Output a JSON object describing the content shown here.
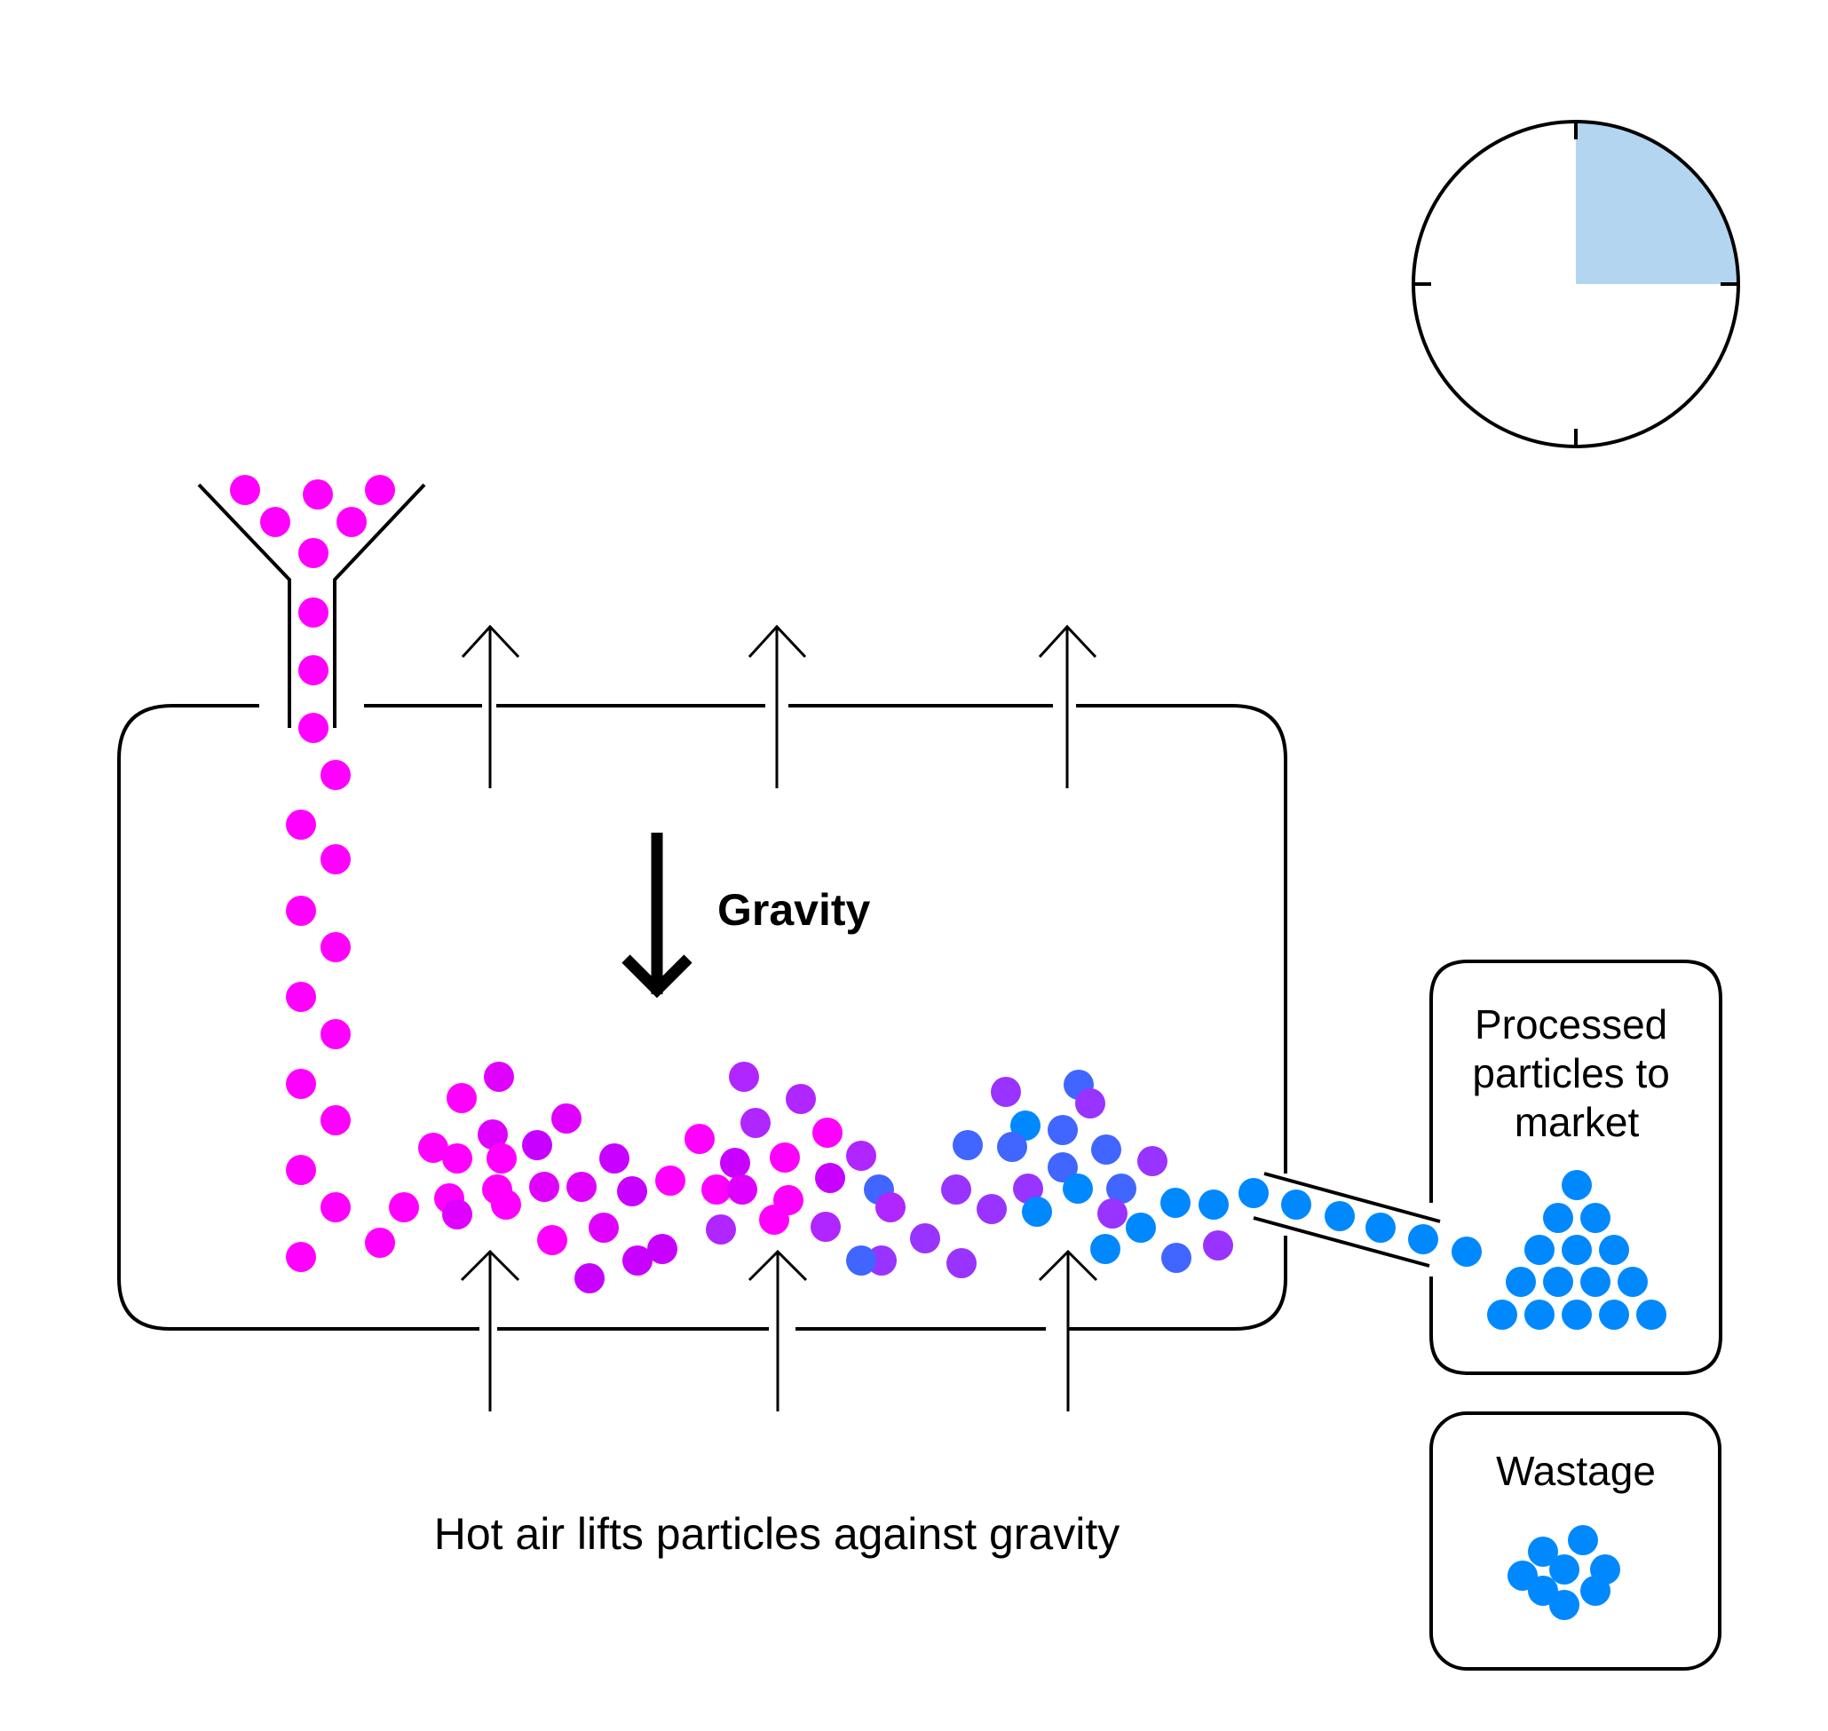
{
  "diagram": {
    "title": "Hot air particle separation",
    "gravity_label": "Gravity",
    "caption": "Hot air lifts particles against gravity",
    "hopper": {
      "name": "Feed funnel",
      "particles_in_funnel": 6,
      "particles_in_neck": 3
    },
    "chamber": {
      "name": "Separation chamber",
      "hot_air_arrows": 3,
      "top_vent_arrows": 3
    },
    "outlet": {
      "name": "Outlet chute",
      "particles_in_chute": 5
    },
    "processed_box": {
      "label_lines": [
        "Processed",
        "particles to",
        "market"
      ],
      "particle_count": 15,
      "arrangement": "pyramid"
    },
    "wastage_box": {
      "label": "Wastage",
      "particle_count": 8,
      "arrangement": "cluster"
    },
    "timer": {
      "name": "Timer dial",
      "filled_fraction": 0.25,
      "tick_count": 4
    }
  },
  "colors": {
    "stroke": "#000000",
    "timer_fill": "#B3D5F0",
    "particle_stage_1": "#FF00FF",
    "particle_stage_2": "#E000FF",
    "particle_stage_3": "#C800FF",
    "particle_stage_4": "#B026FF",
    "particle_stage_5": "#9933FF",
    "particle_stage_6": "#4066FF",
    "particle_stage_7": "#0088FF"
  }
}
